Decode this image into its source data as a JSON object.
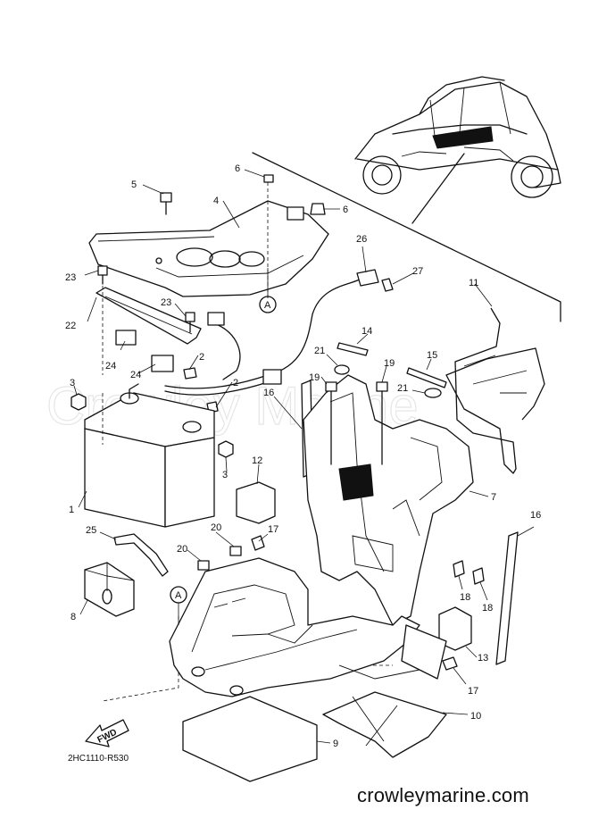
{
  "watermark": "Crowley Marine",
  "diagram_code": "2HC1110-R530",
  "site_url": "crowleymarine.com",
  "fwd_label": "FWD",
  "ref_marker": "A",
  "callouts": [
    "1",
    "2",
    "2",
    "3",
    "3",
    "4",
    "5",
    "6",
    "6",
    "7",
    "8",
    "9",
    "10",
    "11",
    "12",
    "13",
    "14",
    "15",
    "16",
    "16",
    "17",
    "17",
    "18",
    "18",
    "19",
    "19",
    "20",
    "20",
    "21",
    "21",
    "22",
    "23",
    "23",
    "24",
    "24",
    "25",
    "26",
    "27"
  ]
}
